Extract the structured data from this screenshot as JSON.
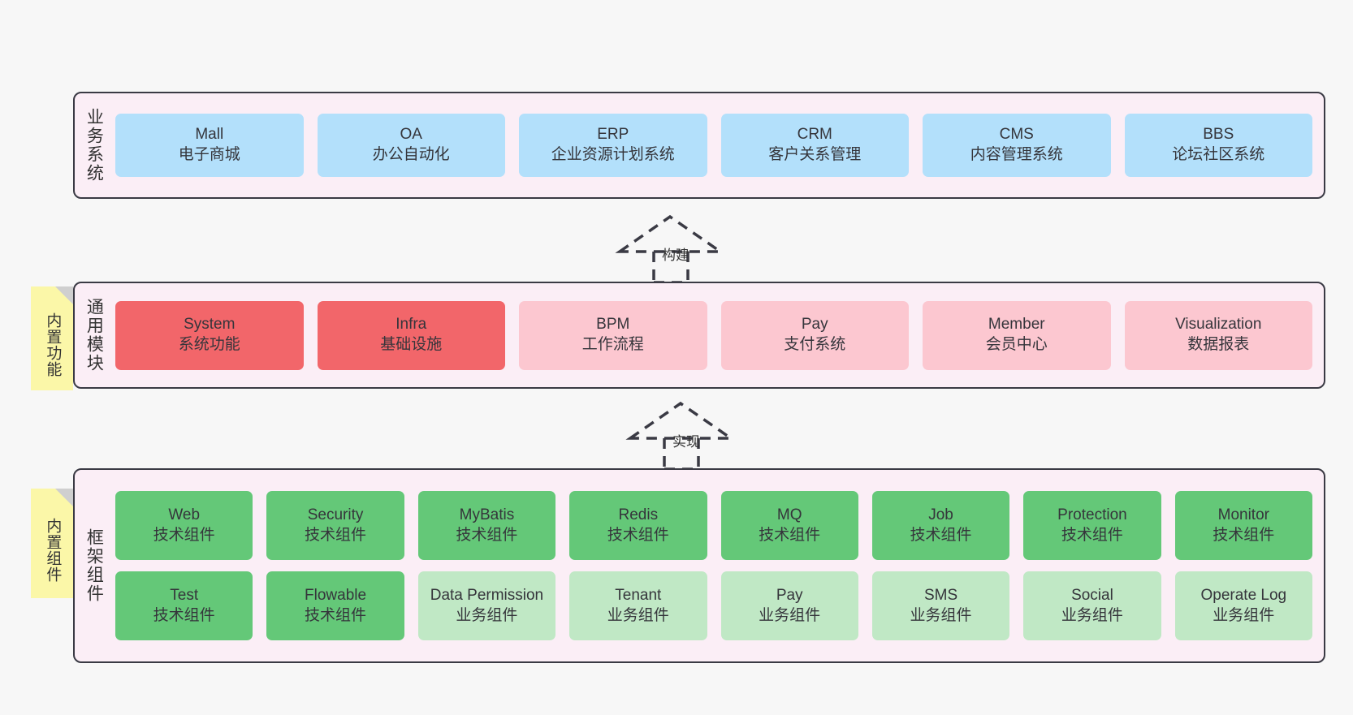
{
  "diagram": {
    "title": "System Architecture Layers",
    "background_color": "#f7f7f7",
    "layer_fill": "#fbeef6",
    "layer_border": "#3a3a44"
  },
  "layers": [
    {
      "id": "business-systems",
      "title": "业务系统",
      "rows": [
        {
          "cards": [
            {
              "name": "Mall",
              "sub": "电子商城",
              "style": "blue"
            },
            {
              "name": "OA",
              "sub": "办公自动化",
              "style": "blue"
            },
            {
              "name": "ERP",
              "sub": "企业资源计划系统",
              "style": "blue"
            },
            {
              "name": "CRM",
              "sub": "客户关系管理",
              "style": "blue"
            },
            {
              "name": "CMS",
              "sub": "内容管理系统",
              "style": "blue"
            },
            {
              "name": "BBS",
              "sub": "论坛社区系统",
              "style": "blue"
            }
          ]
        }
      ]
    },
    {
      "id": "common-modules",
      "title": "通用模块",
      "note": "内置功能",
      "rows": [
        {
          "cards": [
            {
              "name": "System",
              "sub": "系统功能",
              "style": "red"
            },
            {
              "name": "Infra",
              "sub": "基础设施",
              "style": "red"
            },
            {
              "name": "BPM",
              "sub": "工作流程",
              "style": "pink"
            },
            {
              "name": "Pay",
              "sub": "支付系统",
              "style": "pink"
            },
            {
              "name": "Member",
              "sub": "会员中心",
              "style": "pink"
            },
            {
              "name": "Visualization",
              "sub": "数据报表",
              "style": "pink"
            }
          ]
        }
      ]
    },
    {
      "id": "framework-components",
      "title": "框架组件",
      "note": "内置组件",
      "rows": [
        {
          "cards": [
            {
              "name": "Web",
              "sub": "技术组件",
              "style": "green"
            },
            {
              "name": "Security",
              "sub": "技术组件",
              "style": "green"
            },
            {
              "name": "MyBatis",
              "sub": "技术组件",
              "style": "green"
            },
            {
              "name": "Redis",
              "sub": "技术组件",
              "style": "green"
            },
            {
              "name": "MQ",
              "sub": "技术组件",
              "style": "green"
            },
            {
              "name": "Job",
              "sub": "技术组件",
              "style": "green"
            },
            {
              "name": "Protection",
              "sub": "技术组件",
              "style": "green"
            },
            {
              "name": "Monitor",
              "sub": "技术组件",
              "style": "green"
            }
          ]
        },
        {
          "cards": [
            {
              "name": "Test",
              "sub": "技术组件",
              "style": "green"
            },
            {
              "name": "Flowable",
              "sub": "技术组件",
              "style": "green"
            },
            {
              "name": "Data Permission",
              "sub": "业务组件",
              "style": "lightgreen"
            },
            {
              "name": "Tenant",
              "sub": "业务组件",
              "style": "lightgreen"
            },
            {
              "name": "Pay",
              "sub": "业务组件",
              "style": "lightgreen"
            },
            {
              "name": "SMS",
              "sub": "业务组件",
              "style": "lightgreen"
            },
            {
              "name": "Social",
              "sub": "业务组件",
              "style": "lightgreen"
            },
            {
              "name": "Operate Log",
              "sub": "业务组件",
              "style": "lightgreen"
            }
          ]
        }
      ]
    }
  ],
  "connectors": [
    {
      "id": "build",
      "label": "构建",
      "from": "common-modules",
      "to": "business-systems"
    },
    {
      "id": "implement",
      "label": "实现",
      "from": "framework-components",
      "to": "common-modules"
    }
  ]
}
